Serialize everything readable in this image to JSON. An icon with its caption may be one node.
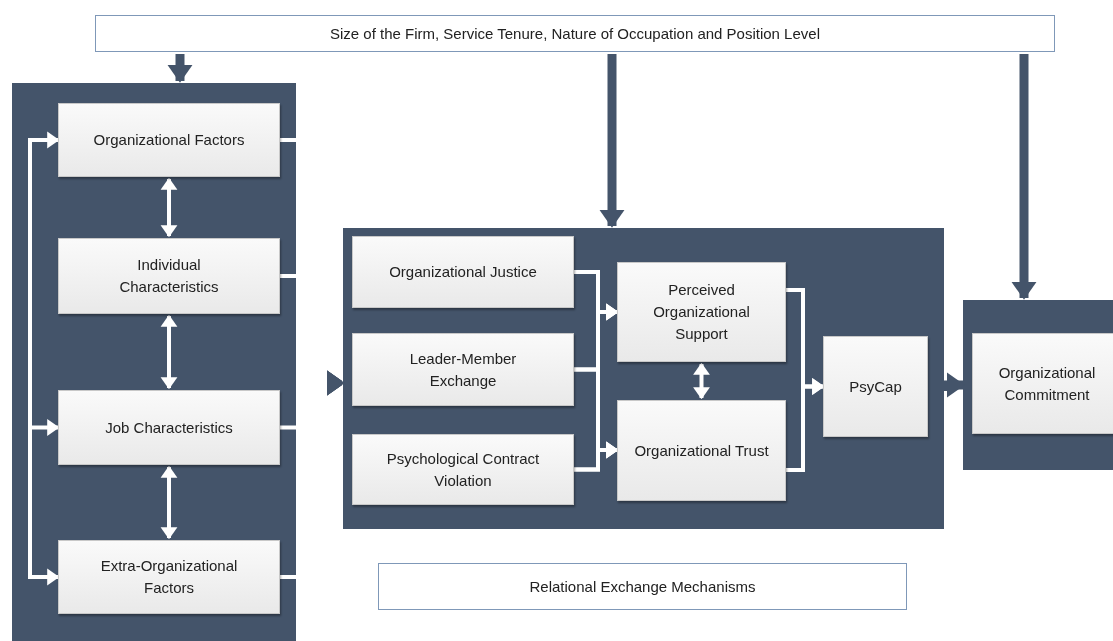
{
  "diagram": {
    "nodes": [
      {
        "text": [
          "Size of the Firm, Service Tenure, Nature of Occupation and Position Level"
        ]
      },
      {
        "text": [],
        "shape": "box"
      },
      {
        "text": [
          "Organizational Factors"
        ],
        "in": 1
      },
      {
        "text": [
          "Individual Characteristics"
        ],
        "in": 1
      },
      {
        "text": [
          "Job Characteristics"
        ],
        "in": 1
      },
      {
        "text": [
          "Extra-Organizational Factors"
        ],
        "in": 1
      },
      {
        "text": [],
        "shape": "box"
      },
      {
        "text": [
          "Organizational Justice"
        ],
        "in": 6
      },
      {
        "text": [
          "Leader-Member Exchange"
        ],
        "in": 6
      },
      {
        "text": [
          "Psychological Contract Violation"
        ],
        "in": 6
      },
      {
        "text": [
          "Perceived Organizational Support"
        ],
        "in": 6
      },
      {
        "text": [
          "Organizational Trust"
        ],
        "in": 6
      },
      {
        "text": [
          "PsyCap"
        ],
        "in": 6
      },
      {
        "text": [],
        "shape": "box"
      },
      {
        "text": [
          "Organizational Commitment"
        ],
        "in": 13
      },
      {
        "text": [
          "Relational Exchange Mechanisms"
        ]
      }
    ],
    "edges": [
      {
        "from": 0,
        "to": 1,
        "arrow": "to",
        "style": "thick",
        "color": "#44546a"
      },
      {
        "from": 0,
        "to": 6,
        "arrow": "to",
        "style": "thick",
        "color": "#44546a"
      },
      {
        "from": 0,
        "to": 13,
        "arrow": "to",
        "style": "thick",
        "color": "#44546a"
      },
      {
        "from": null,
        "to": 2,
        "arrow": "to"
      },
      {
        "from": null,
        "to": 4,
        "arrow": "to"
      },
      {
        "from": null,
        "to": 5,
        "arrow": "to"
      },
      {
        "from": 2,
        "to": 3,
        "arrow": "both"
      },
      {
        "from": 3,
        "to": 4,
        "arrow": "both"
      },
      {
        "from": 4,
        "to": 5,
        "arrow": "both"
      },
      {
        "from": 2,
        "to": 6,
        "arrow": "to"
      },
      {
        "from": 3,
        "to": 6,
        "arrow": "to"
      },
      {
        "from": 4,
        "to": 6,
        "arrow": "to"
      },
      {
        "from": 5,
        "to": 6,
        "arrow": "to"
      },
      {
        "from": 7,
        "to": 10,
        "arrow": "to"
      },
      {
        "from": 7,
        "to": 11,
        "arrow": "to"
      },
      {
        "from": 8,
        "to": 10,
        "arrow": "to"
      },
      {
        "from": 8,
        "to": 11,
        "arrow": "to"
      },
      {
        "from": 9,
        "to": 10,
        "arrow": "to"
      },
      {
        "from": 9,
        "to": 11,
        "arrow": "to"
      },
      {
        "from": 10,
        "to": 11,
        "arrow": "both"
      },
      {
        "from": 10,
        "to": 12,
        "arrow": "to"
      },
      {
        "from": 11,
        "to": 12,
        "arrow": "to"
      },
      {
        "from": 12,
        "to": 13,
        "arrow": "to",
        "style": "thick",
        "color": "#44546a"
      }
    ]
  }
}
